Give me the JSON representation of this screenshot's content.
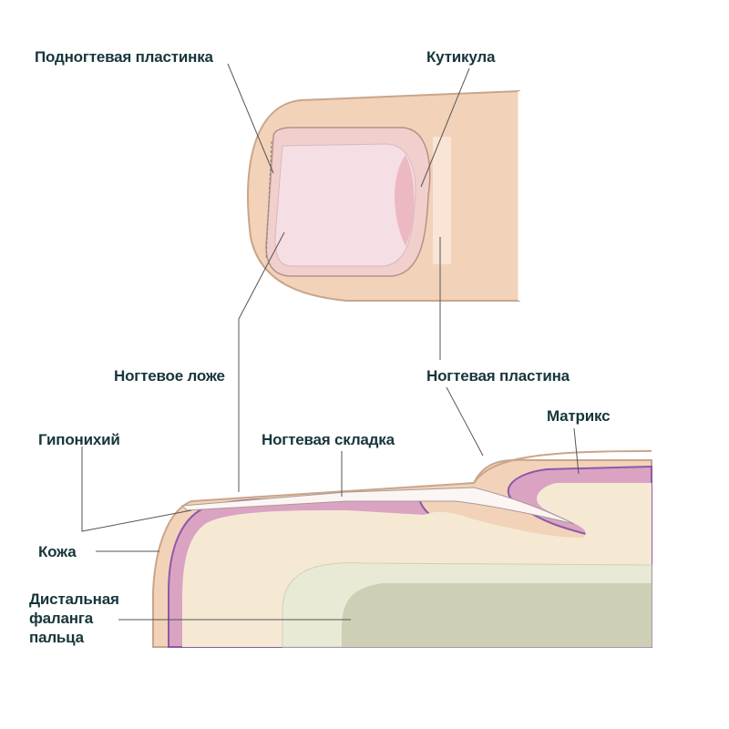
{
  "labels": {
    "subungual_plate": "Подногтевая пластинка",
    "cuticle": "Кутикула",
    "nail_bed": "Ногтевое ложе",
    "nail_plate": "Ногтевая пластина",
    "matrix": "Матрикс",
    "hyponychium": "Гипонихий",
    "nail_fold": "Ногтевая складка",
    "skin": "Кожа",
    "distal_phalanx": [
      "Дистальная",
      "фаланга",
      "пальца"
    ]
  },
  "colors": {
    "text": "#17363b",
    "skin": "#f2d3b9",
    "nail": "#f3d9dc",
    "dermis": "#dba3c2",
    "bone": "#e4e4cf"
  }
}
